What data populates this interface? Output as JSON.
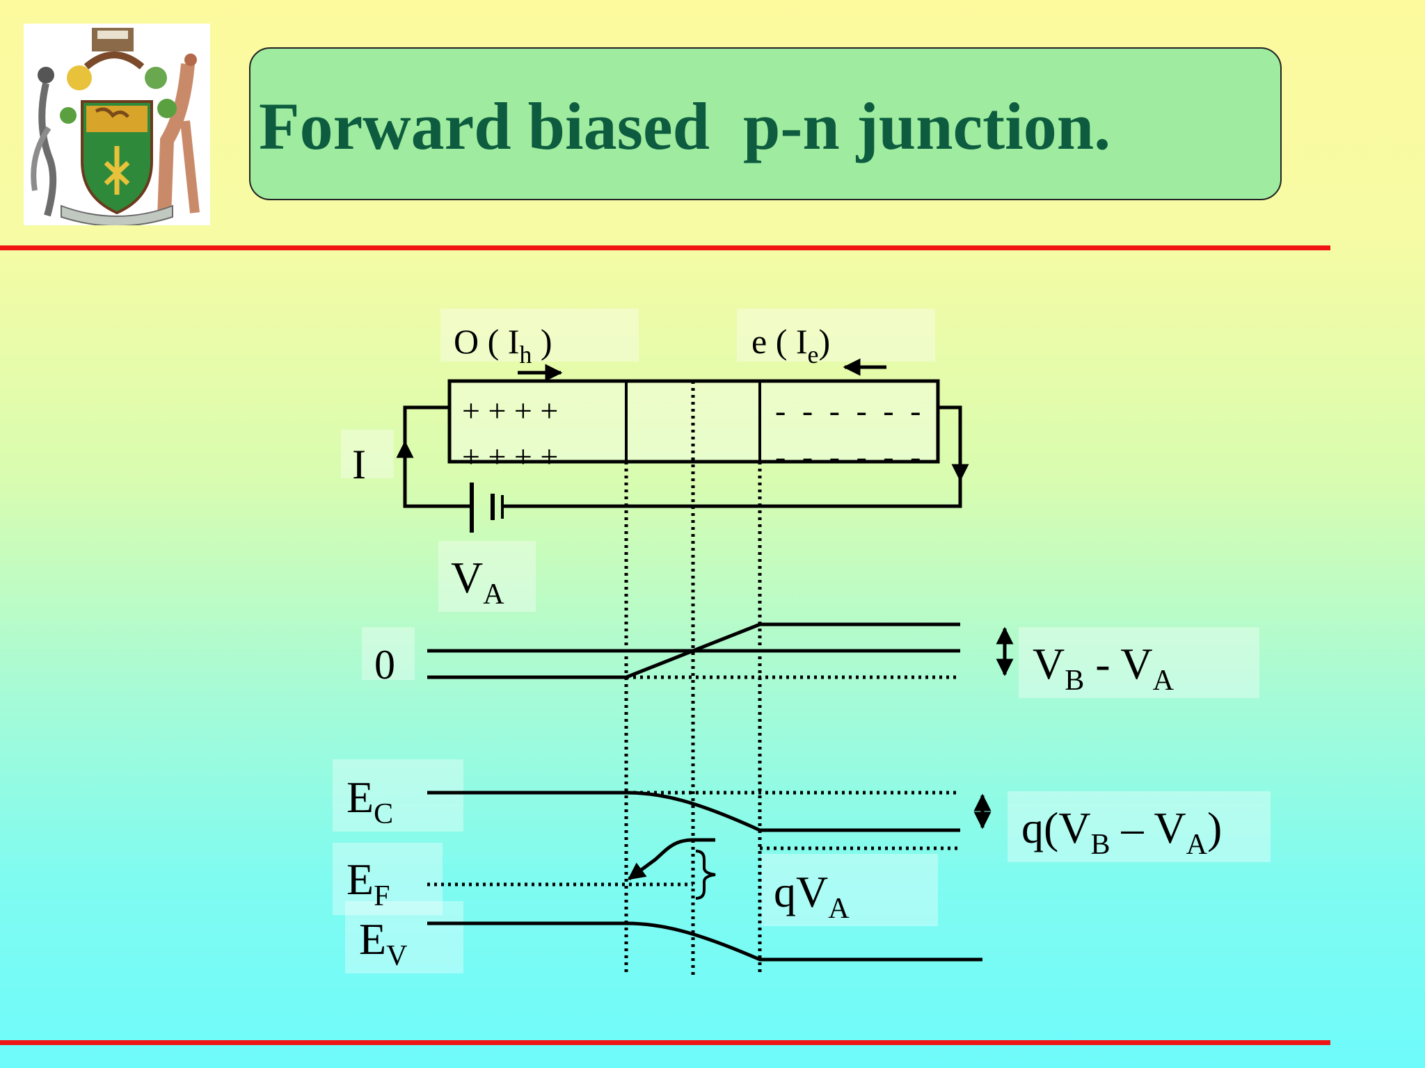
{
  "slide": {
    "title": "Forward biased  p-n junction.",
    "colors": {
      "title_text": "#0d5c3f",
      "title_box": "#9feb9f",
      "rule": "#f01414",
      "background_top": "#fdfa9e",
      "background_bottom": "#6efbfb"
    },
    "logo": {
      "icon": "coat-of-arms-icon"
    }
  },
  "diagram": {
    "hole_current": {
      "main": "O ( I",
      "sub": "h",
      "tail": " )"
    },
    "electron_current": {
      "main": "e ( I",
      "sub": "e",
      "tail": ")"
    },
    "p_charges_row1": "+ + + +",
    "p_charges_row2": "+ + + +",
    "n_charges_row1": "- - - - - -",
    "n_charges_row2": "- - - - - -",
    "current_label": "I",
    "battery_label": {
      "main": "V",
      "sub": "A"
    },
    "potential_zero": "0",
    "barrier_label": {
      "a": "V",
      "a_sub": "B",
      "mid": " - V",
      "b_sub": "A"
    },
    "ec_label": {
      "main": "E",
      "sub": "C"
    },
    "ef_label": {
      "main": "E",
      "sub": "F"
    },
    "ev_label": {
      "main": "E",
      "sub": "V"
    },
    "energy_barrier_label": {
      "pre": "q(V",
      "sub1": "B",
      "mid": " – V",
      "sub2": "A",
      "post": ")"
    },
    "qva_label": {
      "main": "qV",
      "sub": "A"
    }
  }
}
